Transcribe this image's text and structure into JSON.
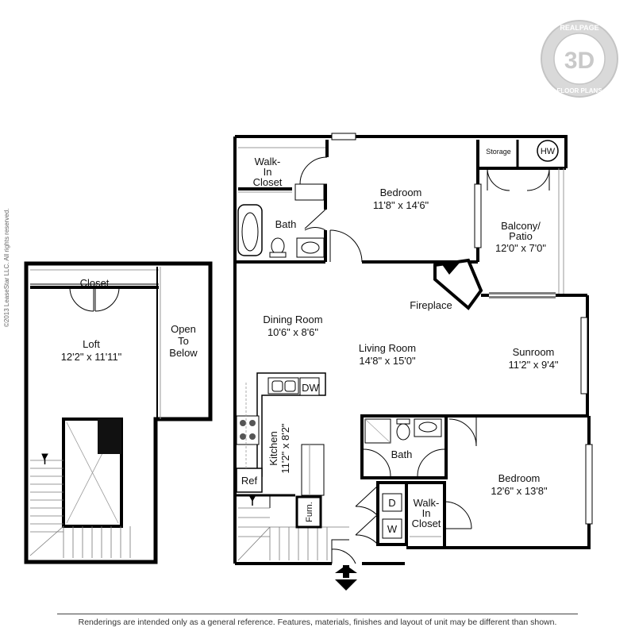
{
  "copyright": "©2013 LeaseStar LLC. All rights reserved.",
  "badge": {
    "brand": "REALPAGE",
    "mark": "3D",
    "tagline": "FLOOR PLANS"
  },
  "rooms": {
    "walk_in_closet_top": "Walk-In Closet",
    "walk_in_closet_top_lines": [
      "Walk-",
      "In",
      "Closet"
    ],
    "bedroom_top_name": "Bedroom",
    "bedroom_top_size": "11'8\" x 14'6\"",
    "bath_top": "Bath",
    "storage": "Storage",
    "hw": "HW",
    "balcony_lines": [
      "Balcony/",
      "Patio"
    ],
    "balcony_size": "12'0\" x 7'0\"",
    "fireplace": "Fireplace",
    "dining_name": "Dining Room",
    "dining_size": "10'6\" x 8'6\"",
    "living_name": "Living Room",
    "living_size": "14'8\" x 15'0\"",
    "sunroom_name": "Sunroom",
    "sunroom_size": "11'2\" x 9'4\"",
    "dw": "DW",
    "kitchen_name": "Kitchen",
    "kitchen_size": "11'2\" x 8'2\"",
    "ref": "Ref",
    "furn": "Furn.",
    "bath_bottom": "Bath",
    "d": "D",
    "w": "W",
    "walk_in_closet_bottom_lines": [
      "Walk-",
      "In",
      "Closet"
    ],
    "bedroom_bottom_name": "Bedroom",
    "bedroom_bottom_size": "12'6\" x 13'8\"",
    "closet_loft": "Closet",
    "loft_name": "Loft",
    "loft_size": "12'2\" x 11'11\"",
    "open_below_lines": [
      "Open",
      "To",
      "Below"
    ]
  },
  "disclaimer": "Renderings are intended only as a general reference. Features, materials, finishes and layout of unit may be different than shown."
}
